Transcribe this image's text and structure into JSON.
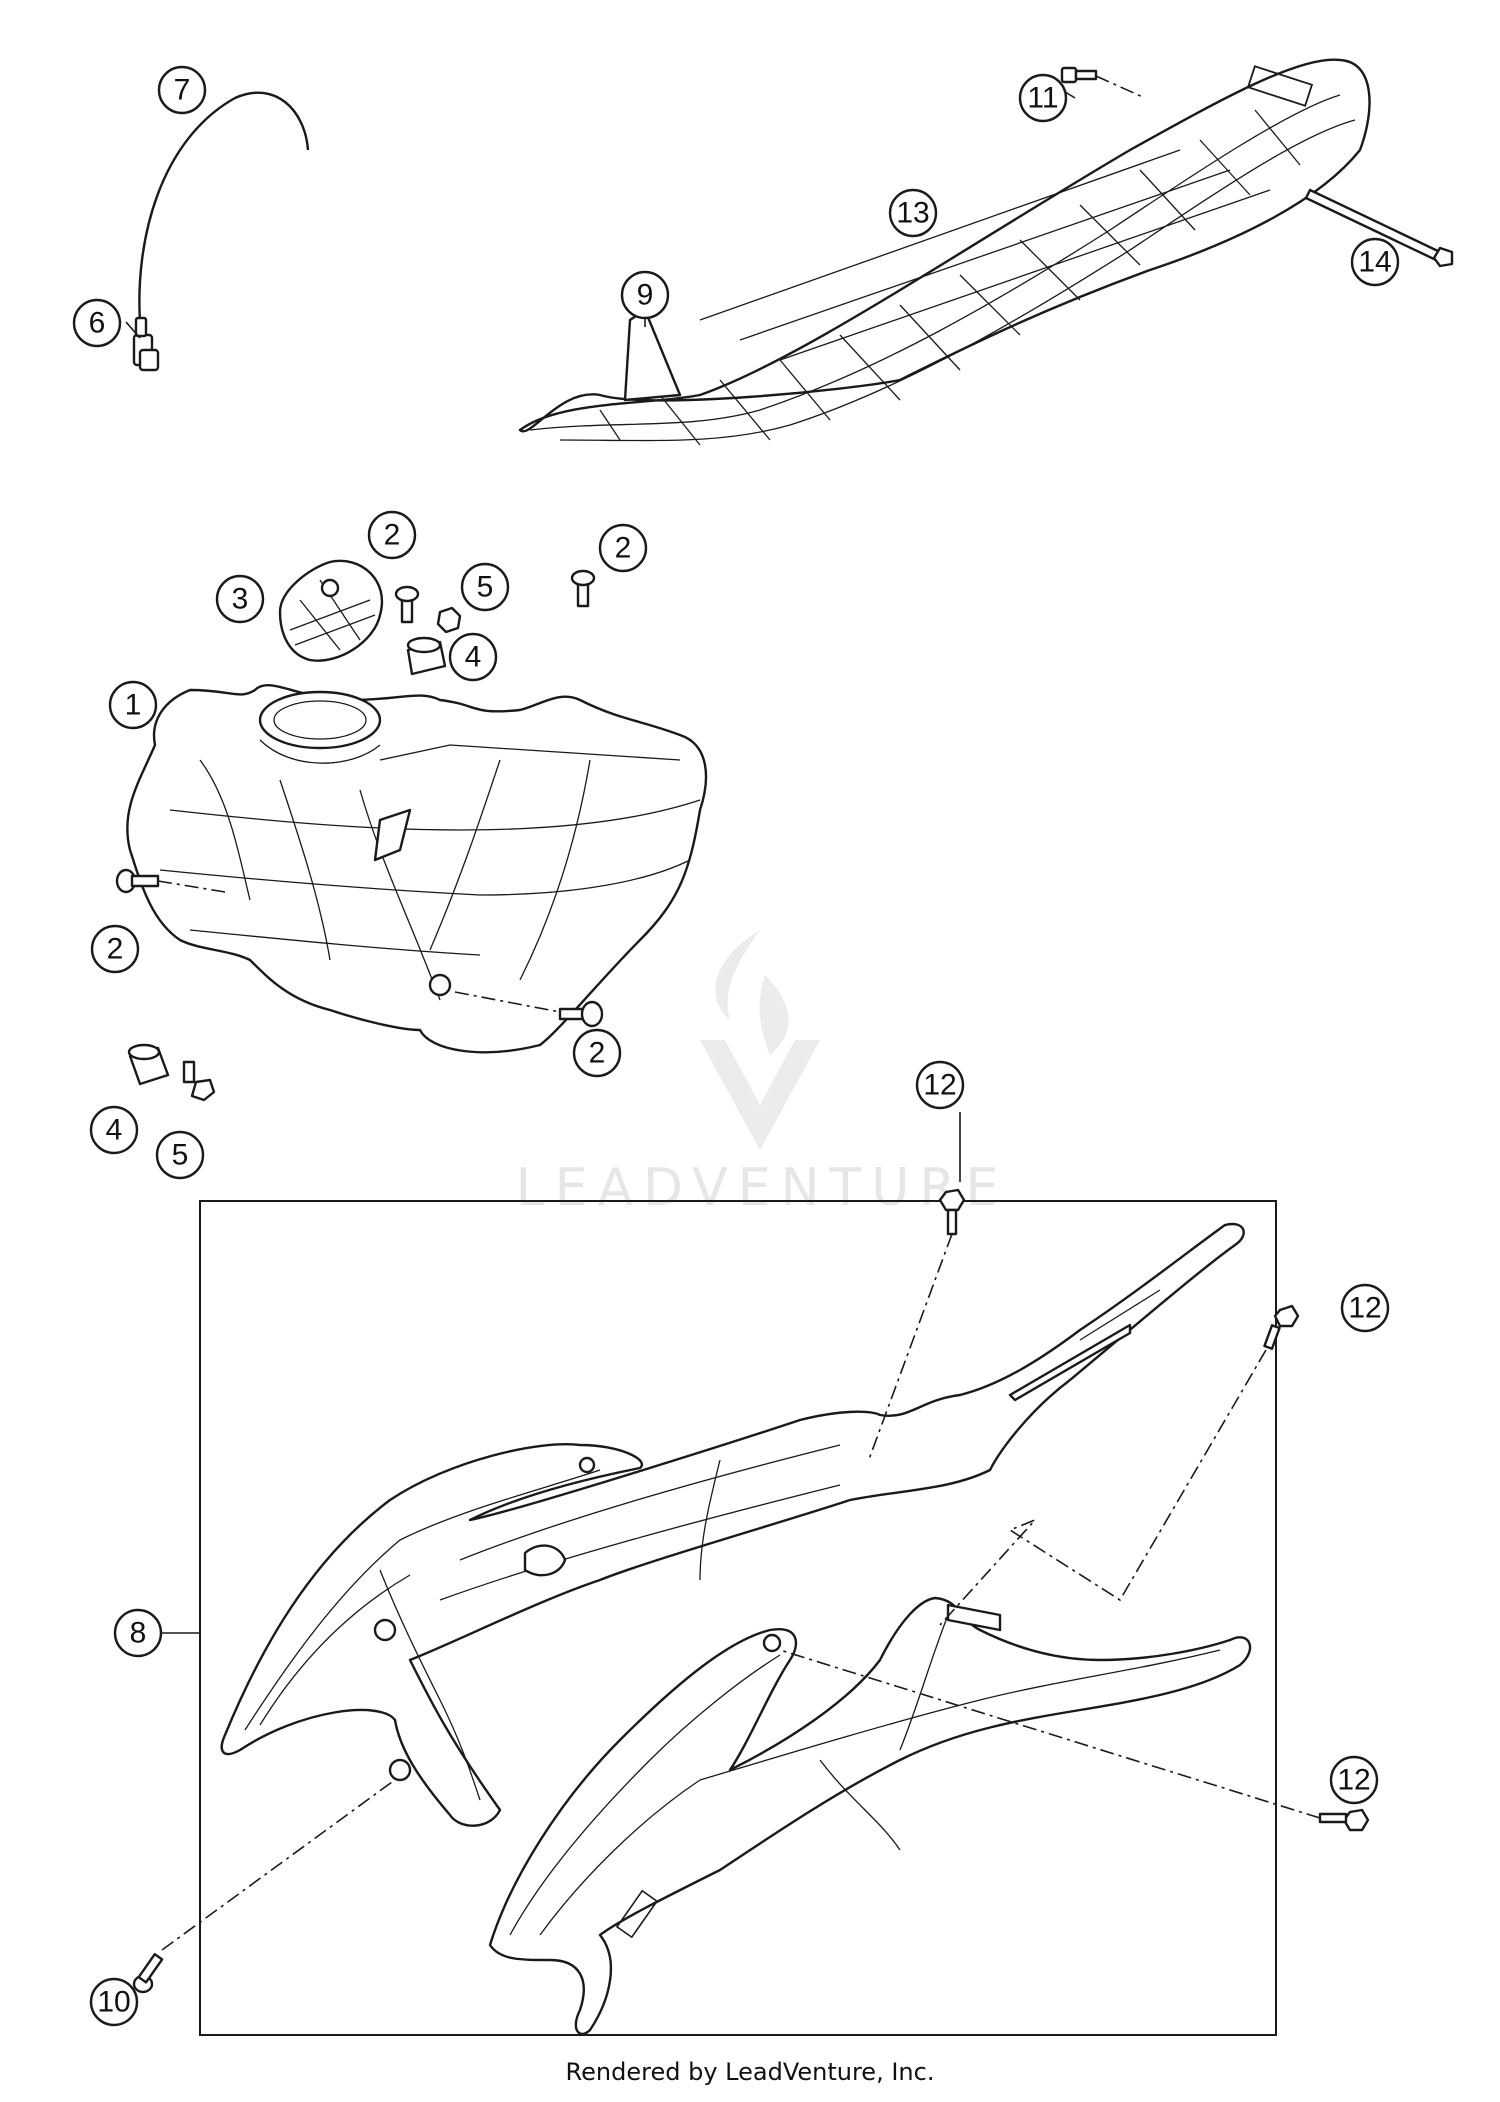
{
  "diagram": {
    "callouts": [
      {
        "id": "c1",
        "label": "1"
      },
      {
        "id": "c2a",
        "label": "2"
      },
      {
        "id": "c2b",
        "label": "2"
      },
      {
        "id": "c2c",
        "label": "2"
      },
      {
        "id": "c2d",
        "label": "2"
      },
      {
        "id": "c3",
        "label": "3"
      },
      {
        "id": "c4a",
        "label": "4"
      },
      {
        "id": "c4b",
        "label": "4"
      },
      {
        "id": "c5a",
        "label": "5"
      },
      {
        "id": "c5b",
        "label": "5"
      },
      {
        "id": "c6",
        "label": "6"
      },
      {
        "id": "c7",
        "label": "7"
      },
      {
        "id": "c8",
        "label": "8"
      },
      {
        "id": "c9",
        "label": "9"
      },
      {
        "id": "c10",
        "label": "10"
      },
      {
        "id": "c11",
        "label": "11"
      },
      {
        "id": "c12a",
        "label": "12"
      },
      {
        "id": "c12b",
        "label": "12"
      },
      {
        "id": "c12c",
        "label": "12"
      },
      {
        "id": "c13",
        "label": "13"
      },
      {
        "id": "c14",
        "label": "14"
      }
    ],
    "watermark": "LEADVENTURE",
    "footer": "Rendered by LeadVenture, Inc."
  }
}
